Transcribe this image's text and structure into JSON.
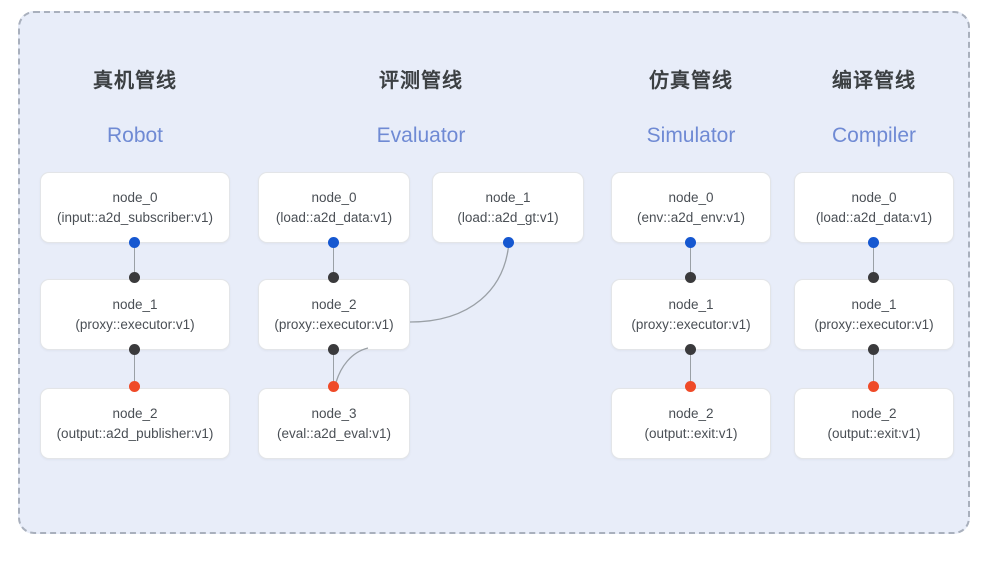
{
  "diagram": {
    "frame_style": "dashed-rounded-container",
    "background_color": "#e8edf9",
    "border_color": "#a9b0bd",
    "colors": {
      "dot_blue": "#1557d0",
      "dot_dark": "#3a3a3c",
      "dot_red": "#ef4a28",
      "title": "#3c4043",
      "subtitle": "#6f8ad4",
      "node_bg": "#ffffff",
      "node_border": "#e3e5e8",
      "edge": "#9aa0a6"
    }
  },
  "columns": [
    {
      "id": "robot",
      "title_cn": "真机管线",
      "title_en": "Robot",
      "nodes": [
        {
          "name": "node_0",
          "spec": "(input::a2d_subscriber:v1)"
        },
        {
          "name": "node_1",
          "spec": "(proxy::executor:v1)"
        },
        {
          "name": "node_2",
          "spec": "(output::a2d_publisher:v1)"
        }
      ]
    },
    {
      "id": "evaluator",
      "title_cn": "评测管线",
      "title_en": "Evaluator",
      "nodes": [
        {
          "name": "node_0",
          "spec": "(load::a2d_data:v1)"
        },
        {
          "name": "node_1",
          "spec": "(load::a2d_gt:v1)"
        },
        {
          "name": "node_2",
          "spec": "(proxy::executor:v1)"
        },
        {
          "name": "node_3",
          "spec": "(eval::a2d_eval:v1)"
        }
      ]
    },
    {
      "id": "simulator",
      "title_cn": "仿真管线",
      "title_en": "Simulator",
      "nodes": [
        {
          "name": "node_0",
          "spec": "(env::a2d_env:v1)"
        },
        {
          "name": "node_1",
          "spec": "(proxy::executor:v1)"
        },
        {
          "name": "node_2",
          "spec": "(output::exit:v1)"
        }
      ]
    },
    {
      "id": "compiler",
      "title_cn": "编译管线",
      "title_en": "Compiler",
      "nodes": [
        {
          "name": "node_0",
          "spec": "(load::a2d_data:v1)"
        },
        {
          "name": "node_1",
          "spec": "(proxy::executor:v1)"
        },
        {
          "name": "node_2",
          "spec": "(output::exit:v1)"
        }
      ]
    }
  ]
}
